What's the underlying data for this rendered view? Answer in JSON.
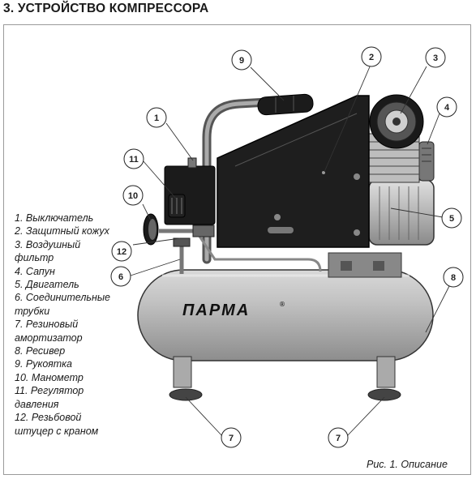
{
  "heading": "3. УСТРОЙСТВО КОМПРЕССОРА",
  "brand": "ПАРМА",
  "caption": "Рис. 1. Описание",
  "legend": [
    "1. Выключатель",
    "2. Защитный кожух",
    "3. Воздушный\nфильтр",
    "4. Сапун",
    "5. Двигатель",
    "6. Соединительные\nтрубки",
    "7. Резиновый\nамортизатор",
    "8. Ресивер",
    "9. Рукоятка",
    "10. Манометр",
    "11. Регулятор\nдавления",
    "12. Резьбовой\nштуцер с краном"
  ],
  "callouts": [
    "1",
    "2",
    "3",
    "4",
    "5",
    "6",
    "7",
    "7",
    "8",
    "9",
    "10",
    "11",
    "12"
  ],
  "colors": {
    "ink": "#1a1a1a",
    "frame": "#9a9a9a",
    "tank": "#b9b9b9",
    "cover": "#1e1e1e"
  }
}
